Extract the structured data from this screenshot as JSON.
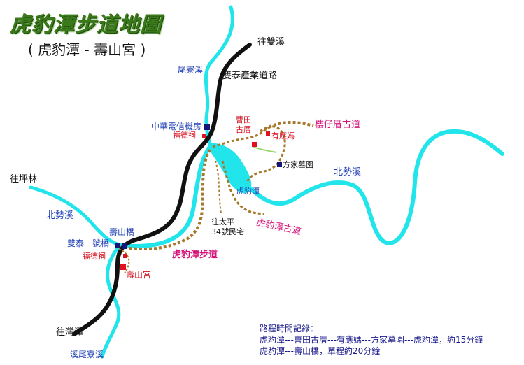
{
  "title": "虎豹潭步道地圖",
  "subtitle": "( 虎豹潭 - 壽山宮 )",
  "places": {
    "to_shuangxi": "往雙溪",
    "weiliao_creek": "尾寮溪",
    "shuangtai_road": "雙泰產業道路",
    "chunghwa_telecom": "中華電信機房",
    "fude_temple_north": "福德祠",
    "caotian_house": "曹田\n古厝",
    "youying_ma": "有應媽",
    "lourouzai_trail": "樓仔厝古道",
    "fang_cemetery": "方家墓園",
    "beishi_creek_east": "北勢溪",
    "hubaotan": "虎豹潭",
    "to_pinglin": "往坪林",
    "beishi_creek_west": "北勢溪",
    "to_taiping": "往太平\n34號民宅",
    "hubaotan_old_trail": "虎豹潭古道",
    "shoushan_bridge": "壽山橋",
    "shuangtai_bridge": "雙泰一號橋",
    "fude_temple_south": "福德祠",
    "hubaotan_trail": "虎豹潭步道",
    "shoushan_temple": "壽山宮",
    "to_wanwan": "往灣潭",
    "xiweiliao_creek": "溪尾寮溪"
  },
  "notes": {
    "heading": "路程時間記錄：",
    "line1": "虎豹潭---曹田古厝---有應媽---方家墓園---虎豹潭，約15分鐘",
    "line2": "虎豹潭---壽山橋，單程約20分鐘"
  },
  "colors": {
    "river": "#22e5ec",
    "road": "#111111",
    "trail": "#a8782a",
    "path_green": "#9ad56a",
    "marker_red": "#e01020",
    "marker_blue": "#15157a"
  }
}
